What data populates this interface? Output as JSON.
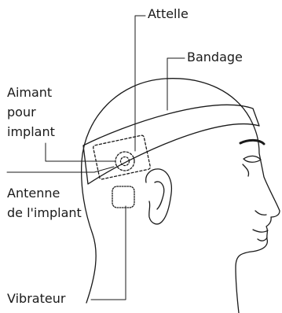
{
  "labels": {
    "attelle": "Attelle",
    "bandage": "Bandage",
    "aimant_line1": "Aimant",
    "aimant_line2": "pour",
    "aimant_line3": "implant",
    "antenne_line1": "Antenne",
    "antenne_line2": "de l'implant",
    "vibrateur": "Vibrateur"
  }
}
